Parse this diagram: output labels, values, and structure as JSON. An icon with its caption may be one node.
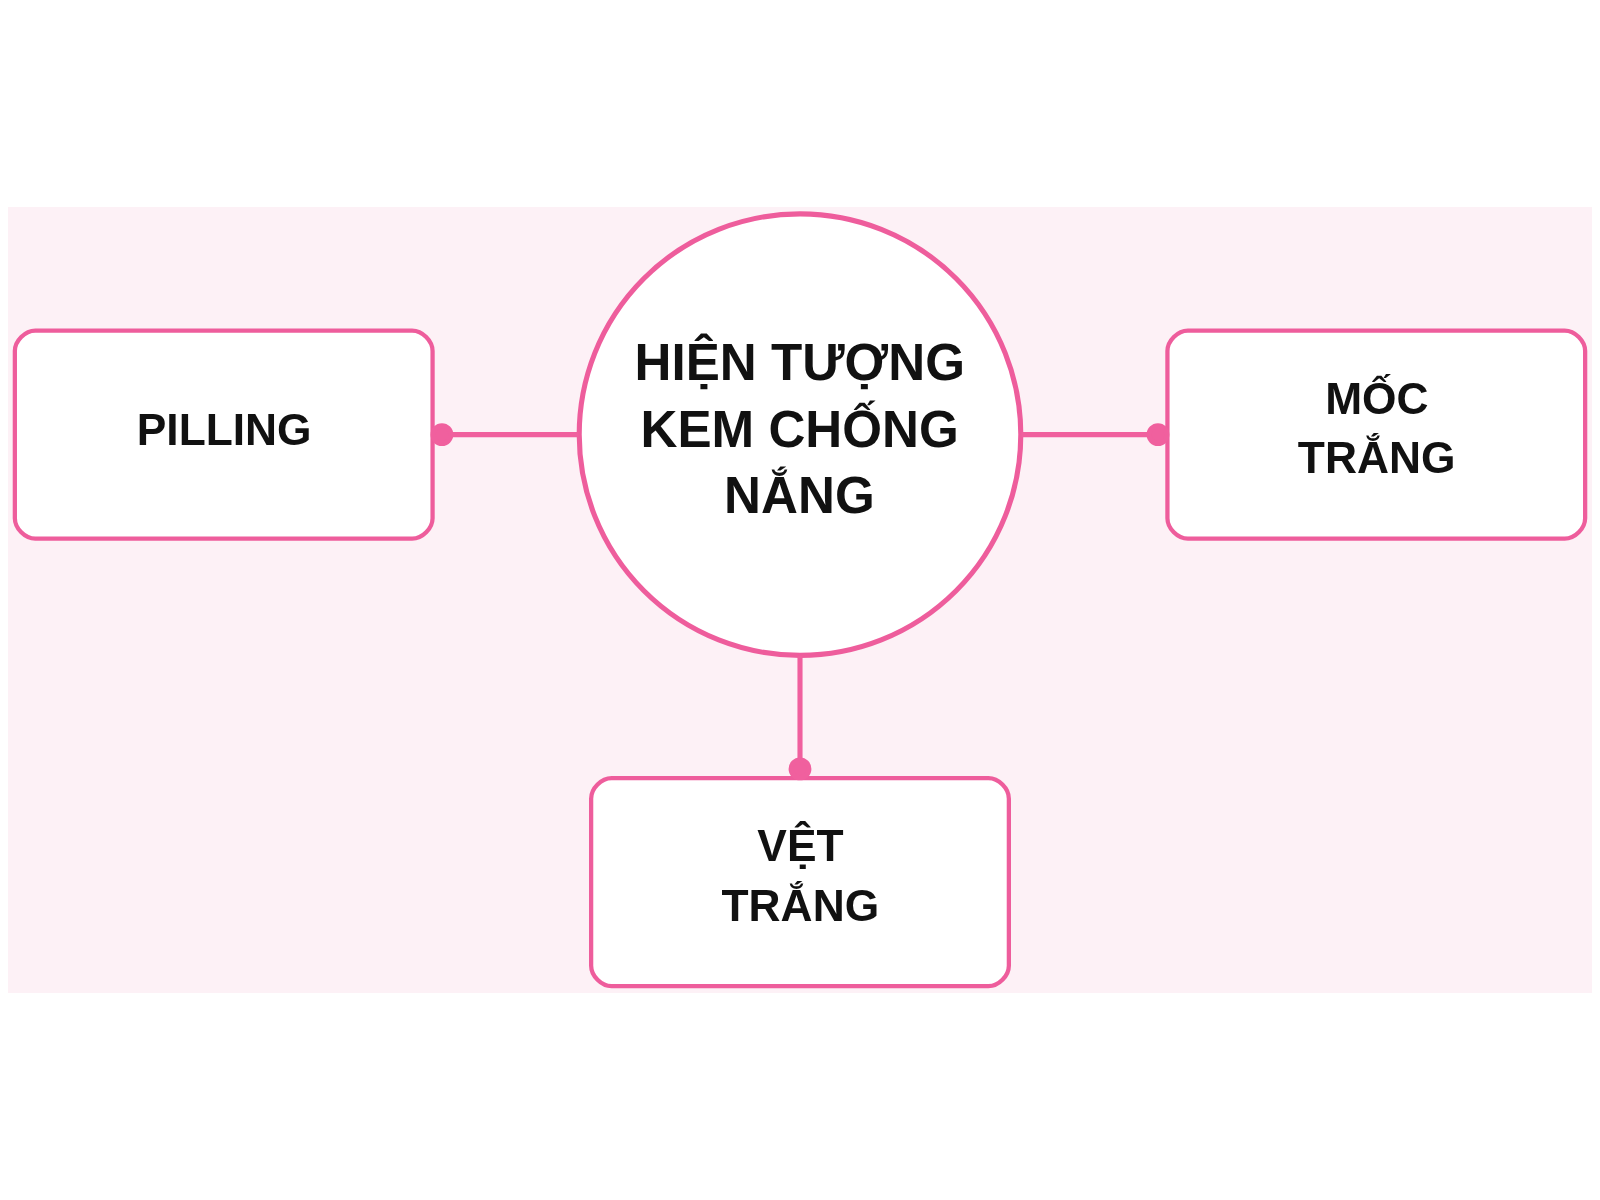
{
  "diagram": {
    "nodes": [
      {
        "text": [
          "HIỆN TƯỢNG KEM CHỐNG NẮNG"
        ]
      },
      {
        "text": [
          "PILLING"
        ]
      },
      {
        "text": [
          "MỐC TRẮNG"
        ]
      },
      {
        "text": [
          "VỆT TRẮNG"
        ]
      }
    ],
    "edges": [
      {
        "from": 0,
        "to": 1,
        "arrow": "other"
      },
      {
        "from": 0,
        "to": 2,
        "arrow": "other"
      },
      {
        "from": 0,
        "to": 3,
        "arrow": "other"
      }
    ]
  }
}
